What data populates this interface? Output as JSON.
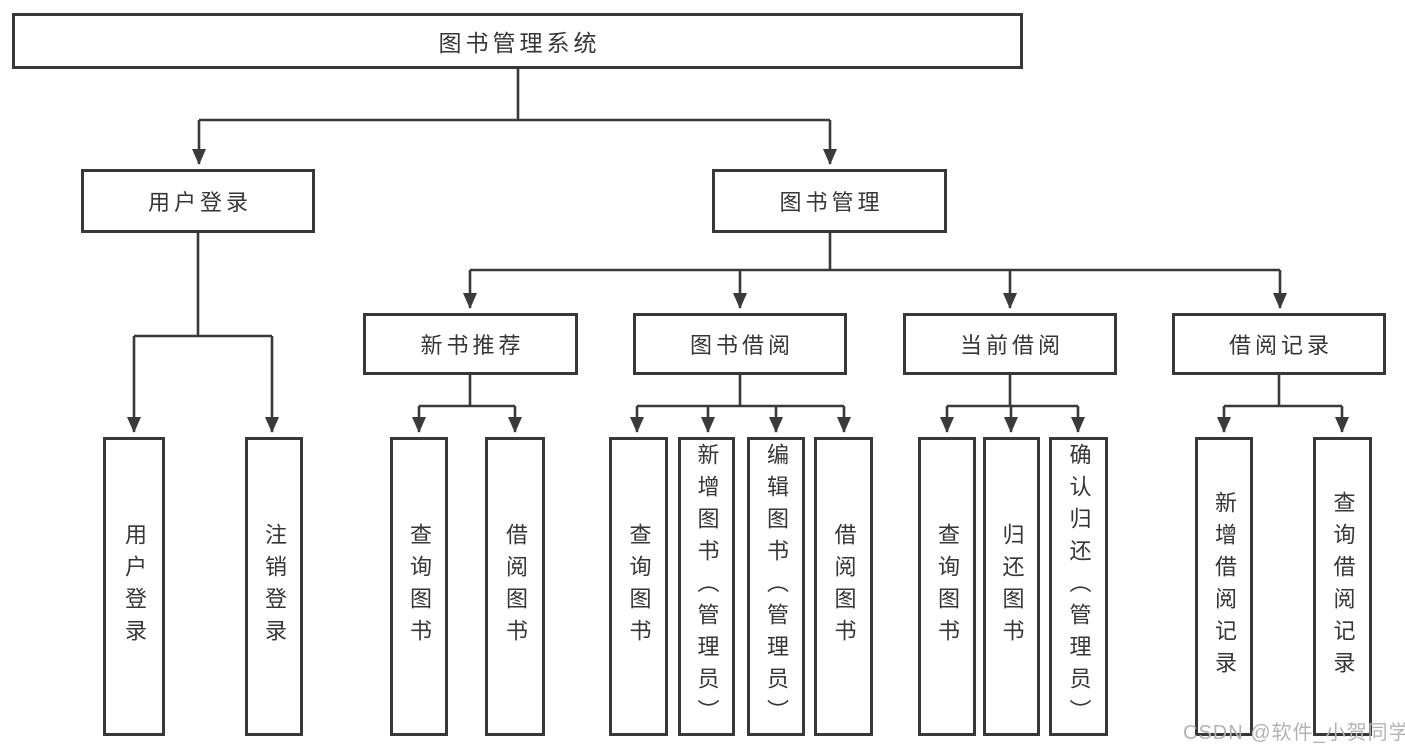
{
  "colors": {
    "line": "#3a3a3a",
    "box_border": "#383838",
    "text": "#363636",
    "watermark": "#b3b3b3",
    "background": "#ffffff"
  },
  "tree": {
    "root": {
      "label": "图书管理系统"
    },
    "branches": [
      {
        "label": "用户登录",
        "children": [
          {
            "label": "用户登录"
          },
          {
            "label": "注销登录"
          }
        ]
      },
      {
        "label": "图书管理",
        "children": [
          {
            "label": "新书推荐",
            "children": [
              {
                "label": "查询图书"
              },
              {
                "label": "借阅图书"
              }
            ]
          },
          {
            "label": "图书借阅",
            "children": [
              {
                "label": "查询图书"
              },
              {
                "label": "新增图书（管理员）"
              },
              {
                "label": "编辑图书（管理员）"
              },
              {
                "label": "借阅图书"
              }
            ]
          },
          {
            "label": "当前借阅",
            "children": [
              {
                "label": "查询图书"
              },
              {
                "label": "归还图书"
              },
              {
                "label": "确认归还（管理员）"
              }
            ]
          },
          {
            "label": "借阅记录",
            "children": [
              {
                "label": "新增借阅记录"
              },
              {
                "label": "查询借阅记录"
              }
            ]
          }
        ]
      }
    ]
  },
  "watermark": {
    "text": "CSDN @软件_小贺同学"
  }
}
